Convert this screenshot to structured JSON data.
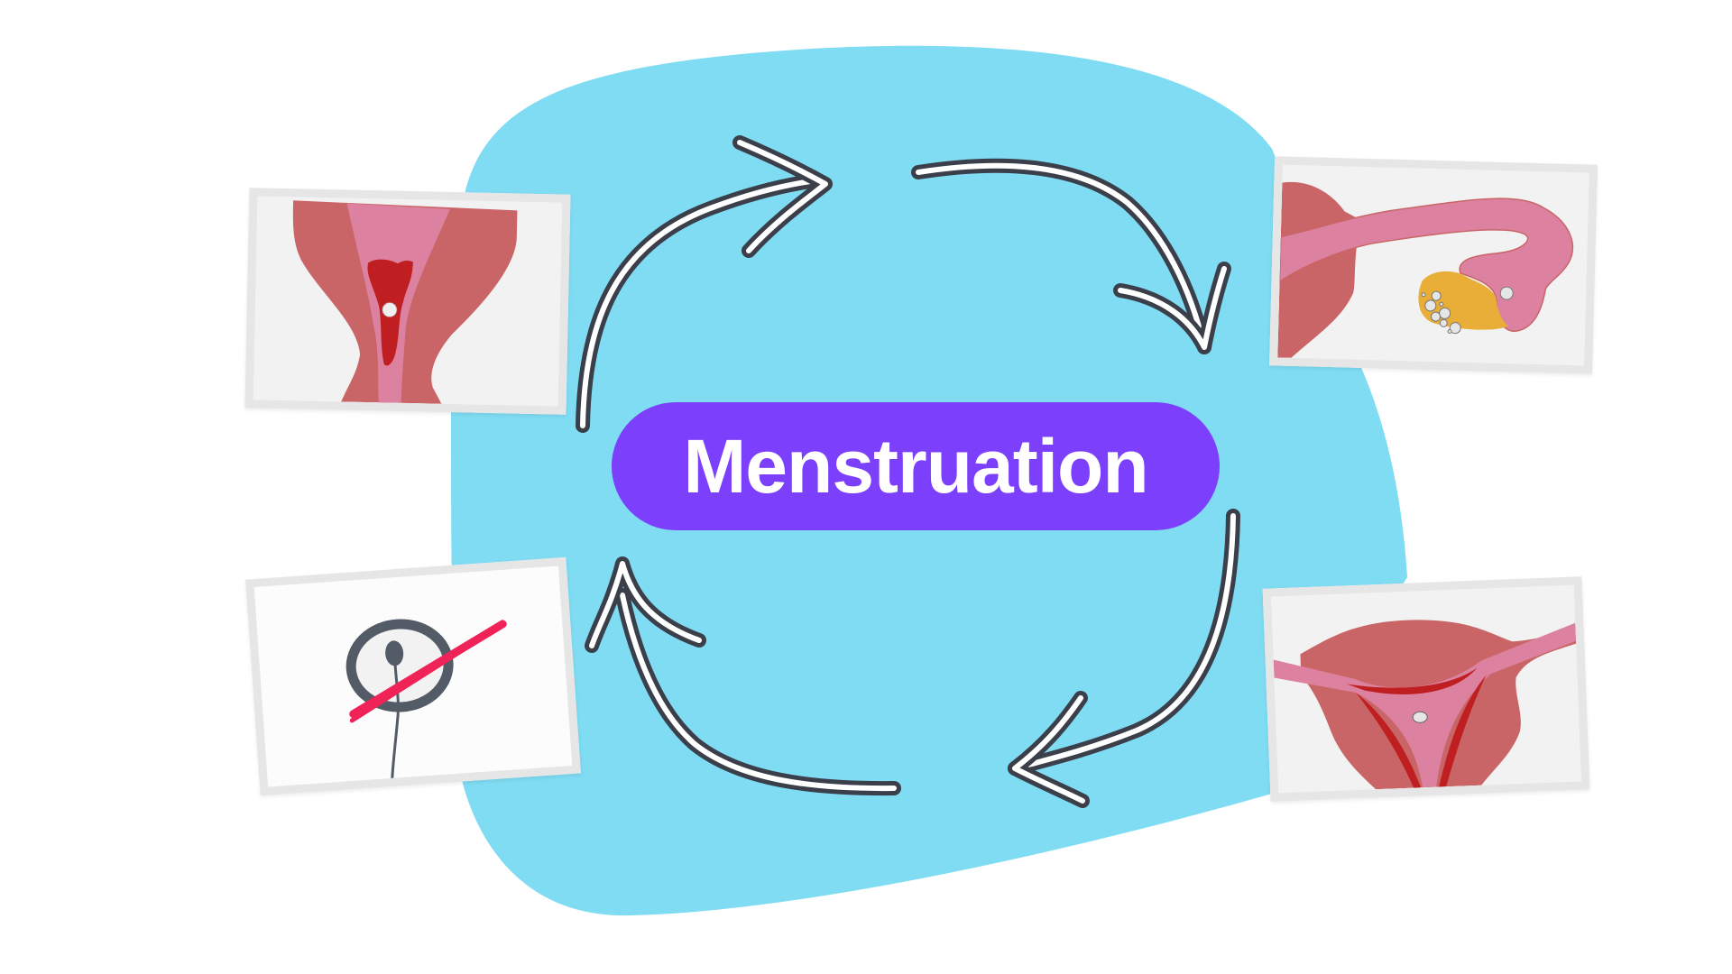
{
  "diagram": {
    "title": "Menstruation",
    "type": "cycle",
    "direction": "clockwise",
    "colors": {
      "blob": "#7fdcf2",
      "pill": "#7c3ffc",
      "pill_text": "#ffffff",
      "arrow_outline": "#3b3f4a",
      "arrow_fill": "#ffffff",
      "tissue_dark": "#c96567",
      "tissue_pink": "#dc82a0",
      "blood": "#c01f22",
      "ovary": "#e8ae38",
      "cross_out": "#ef2358",
      "card_bg": "#f2f2f2",
      "card_border": "#e6e6e6"
    },
    "stages": [
      {
        "id": "fertilized-egg",
        "icon": "uterus-with-bleeding-and-egg-illustration",
        "position": "top-left"
      },
      {
        "id": "ovulation",
        "icon": "fallopian-tube-and-ovary-illustration",
        "position": "top-right"
      },
      {
        "id": "uterine-lining",
        "icon": "uterus-thickened-lining-illustration",
        "position": "bottom-right"
      },
      {
        "id": "no-fertilization",
        "icon": "crossed-out-egg-and-sperm-illustration",
        "position": "bottom-left"
      }
    ],
    "arrows": [
      "arrow-up-right",
      "arrow-down-right",
      "arrow-down-left",
      "arrow-up-left"
    ]
  }
}
